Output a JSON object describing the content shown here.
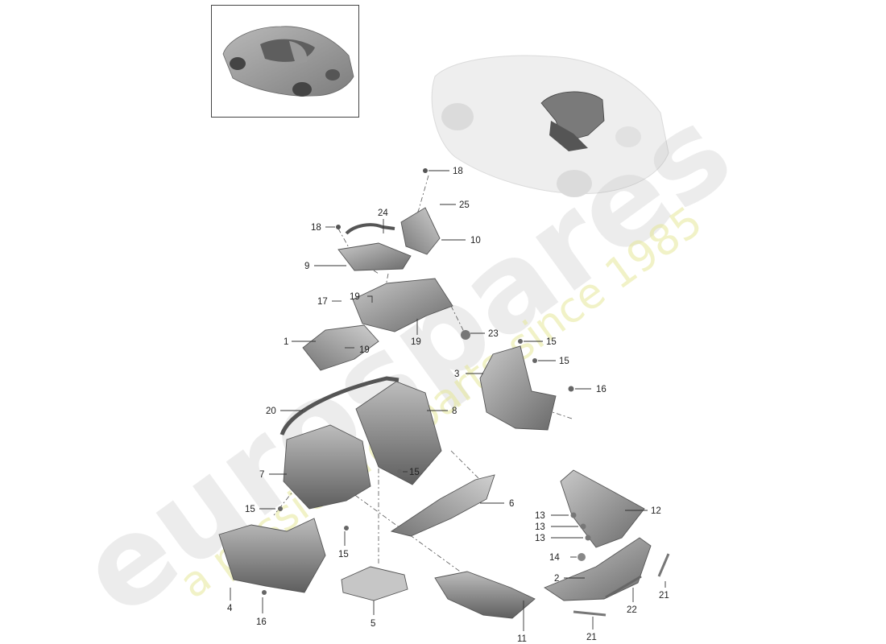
{
  "watermark": {
    "brand": "eurospares",
    "tagline": "a passion for parts since 1985"
  },
  "callouts": [
    "18",
    "25",
    "24",
    "10",
    "18",
    "9",
    "19",
    "17",
    "19",
    "1",
    "19",
    "23",
    "15",
    "15",
    "3",
    "16",
    "20",
    "8",
    "7",
    "15",
    "6",
    "15",
    "15",
    "13",
    "13",
    "13",
    "12",
    "14",
    "2",
    "4",
    "16",
    "5",
    "11",
    "21",
    "22",
    "21"
  ],
  "colors": {
    "part_dark": "#6f6f6f",
    "part_mid": "#9a9a9a",
    "part_light": "#c4c4c4",
    "watermark_gray": "#dedede",
    "watermark_yellow": "#e6e89a"
  }
}
